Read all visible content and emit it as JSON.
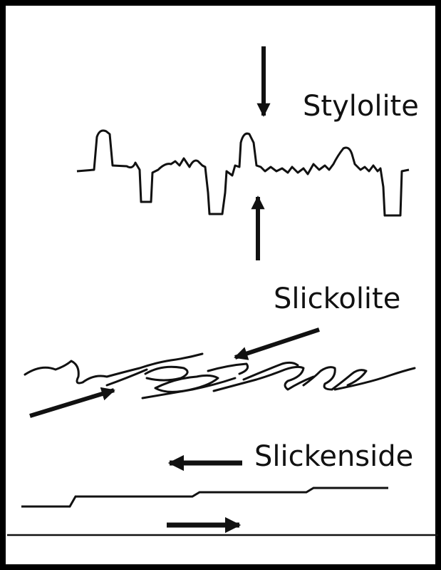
{
  "labels": {
    "stylolite": "Stylolite",
    "slickolite": "Slickolite",
    "slickenside": "Slickenside"
  },
  "colors": {
    "ink": "#111111",
    "background": "#ffffff"
  }
}
